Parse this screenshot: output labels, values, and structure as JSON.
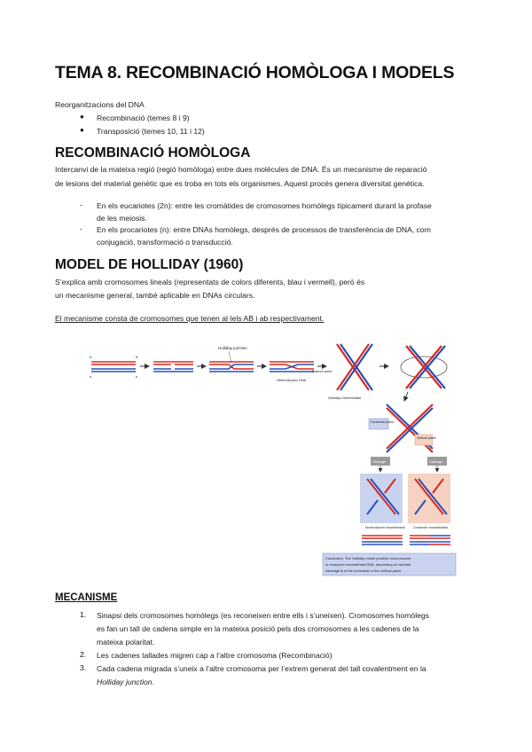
{
  "title": "TEMA 8. RECOMBINACIÓ HOMÒLOGA I MODELS",
  "intro": {
    "heading": "Reorganitzacions del DNA",
    "bullets": [
      "Recombinació (temes 8 i 9)",
      "Transposició (temes 10, 11 i 12)"
    ]
  },
  "section1": {
    "heading": "RECOMBINACIÓ HOMÒLOGA",
    "paragraph_lines": [
      "Intercanvi de la mateixa regió (regió homòloga) entre dues molècules de DNA. És un mecanisme de reparació",
      "de lesions del material genètic que es troba en tots els organismes. Aquest procés genera diversitat genètica."
    ],
    "items": [
      [
        "En els eucariotes (2n): entre les cromàtides de cromosomes homòlegs típicament durant la profase",
        "de les meiosis."
      ],
      [
        "En els procariotes (n): entre DNAs homòlegs, després de processos de transferència de DNA, com",
        "conjugació, transformació o transducció."
      ]
    ]
  },
  "section2": {
    "heading": "MODEL DE HOLLIDAY (1960)",
    "lines": [
      "S’explica amb cromosomes lineals (representats de colors diferents, blau i vermell), però és",
      "un mecanisme general, també aplicable en DNAs circulars."
    ],
    "underlined": "El mecanisme consta de cromosomes que tenen al·lels AB i ab respectivament."
  },
  "figure": {
    "labels": {
      "holliday_junction": "Holliday junction",
      "heteroduplex": "Heteroduplex DNA",
      "branch_point": "Branch point",
      "holliday_intermediate": "Holliday intermediate",
      "horizontal_plane": "Horizontal plane",
      "vertical_plane": "Vertical plane",
      "cleavage": "Cleavage",
      "noncrossover": "Noncrossover recombinants",
      "crossover": "Crossover recombinants",
      "conclusion_1": "Conclusion: The Holliday model predicts noncrossover",
      "conclusion_2": "or crossover recombinant DNA, depending on whether",
      "conclusion_3": "cleavage is in the horizontal or the vertical plane."
    },
    "colors": {
      "red": "#d8281e",
      "blue": "#2a4fb8",
      "blue_panel": "#c9d3f0",
      "pink_panel": "#f6d2c2",
      "grey_box": "#9a9a9a"
    }
  },
  "section3": {
    "heading": "MECANISME",
    "items": [
      {
        "num": "1.",
        "lines": [
          "Sinapsi dels cromosomes homòlegs (es reconeixen entre ells i s’uneixen). Cromosomes homòlegs",
          "es fan un tall de cadena simple en la mateixa posició pels dos cromosomes a les cadenes de la",
          "mateixa polaritat."
        ]
      },
      {
        "num": "2.",
        "lines": [
          "Les cadenes tallades migren cap a l’altre cromosoma (Recombinació)"
        ]
      },
      {
        "num": "3.",
        "lines": [
          "Cada cadena migrada s’uneix a l’altre cromosoma per l’extrem generat del tall covalentment en la"
        ],
        "italic": "Holliday junction",
        "tail": "."
      }
    ]
  }
}
